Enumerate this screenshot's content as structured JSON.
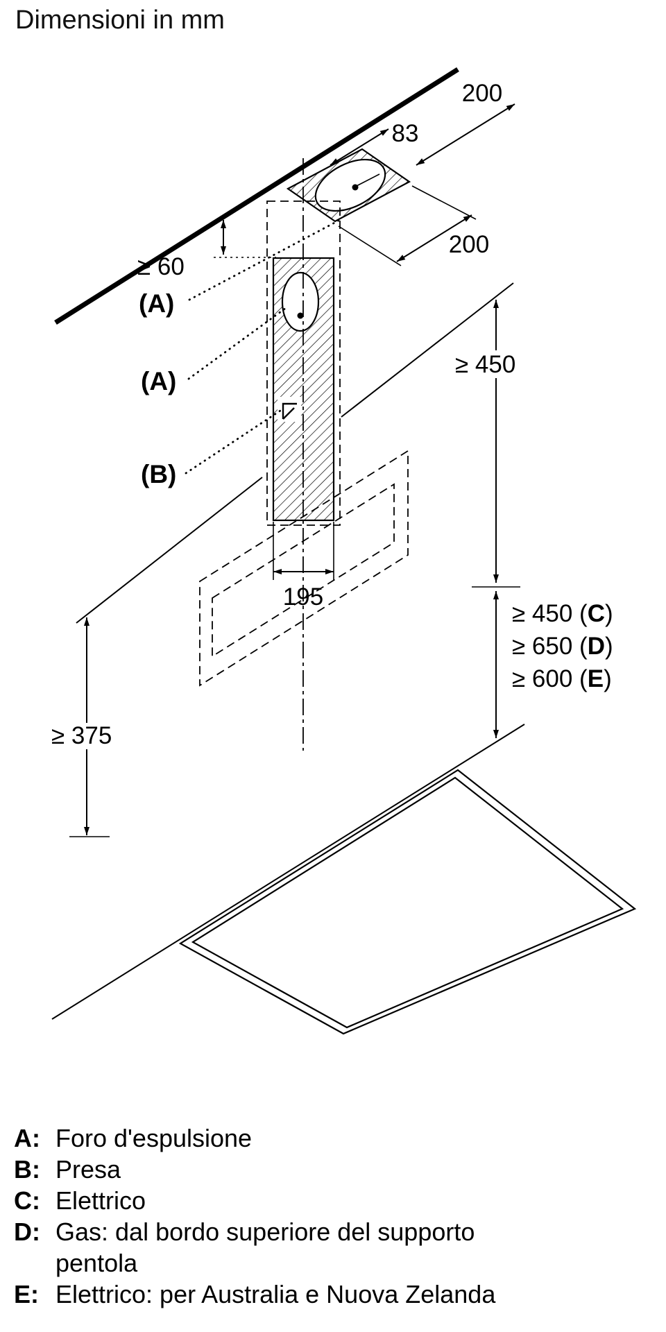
{
  "title": "Dimensioni in mm",
  "diagram": {
    "dim_top_depth": "200",
    "dim_duct_offset": "83",
    "dim_top_width": "200",
    "dim_ceiling_gap": "≥ 60",
    "dim_chimney_height": "≥ 450",
    "dim_duct_width": "195",
    "dim_min_side": "≥ 375",
    "clearances": [
      {
        "pre": "≥ 450 (",
        "key": "C",
        "post": ")"
      },
      {
        "pre": "≥ 650 (",
        "key": "D",
        "post": ")"
      },
      {
        "pre": "≥ 600 (",
        "key": "E",
        "post": ")"
      }
    ],
    "callouts": {
      "exhaust_top": "(A)",
      "exhaust_front": "(A)",
      "socket": "(B)"
    }
  },
  "legend": {
    "items": [
      {
        "key": "A:",
        "text": "Foro d'espulsione"
      },
      {
        "key": "B:",
        "text": "Presa"
      },
      {
        "key": "C:",
        "text": "Elettrico"
      },
      {
        "key": "D:",
        "text": "Gas: dal bordo superiore del supporto pentola"
      },
      {
        "key": "E:",
        "text": "Elettrico: per Australia e Nuova Zelanda"
      }
    ]
  }
}
